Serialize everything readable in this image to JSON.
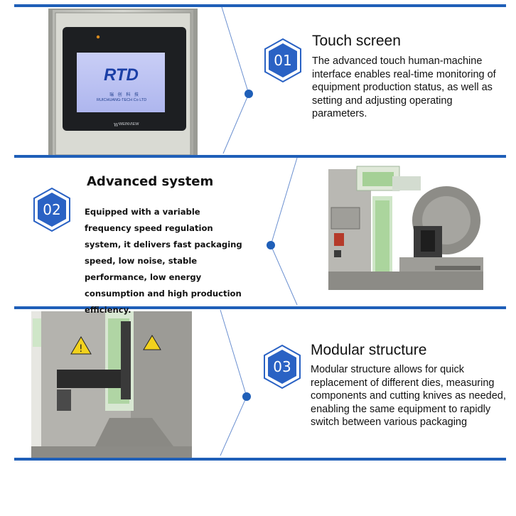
{
  "features": [
    {
      "number": "01",
      "title": "Touch screen",
      "description": "The advanced touch human-machine interface enables real-time monitoring of equipment production status, as well as setting and adjusting operating parameters."
    },
    {
      "number": "02",
      "title": "Advanced system",
      "description": "Equipped with a variable frequency speed regulation system, it delivers fast packaging speed, low noise, stable performance, low energy consumption and high production efficiency."
    },
    {
      "number": "03",
      "title": "Modular structure",
      "description": "Modular structure allows for quick replacement of different dies, measuring components and cutting knives as needed, enabling the same equipment to rapidly switch between various packaging"
    }
  ],
  "hmi": {
    "logo": "RTD",
    "chinese": "瑞 创 科 技",
    "company": "RUICHUANG-TECH Co LTD",
    "brand": "WEINVIEW"
  },
  "colors": {
    "accent": "#1f5fb8",
    "badge": "#2a62c4"
  }
}
